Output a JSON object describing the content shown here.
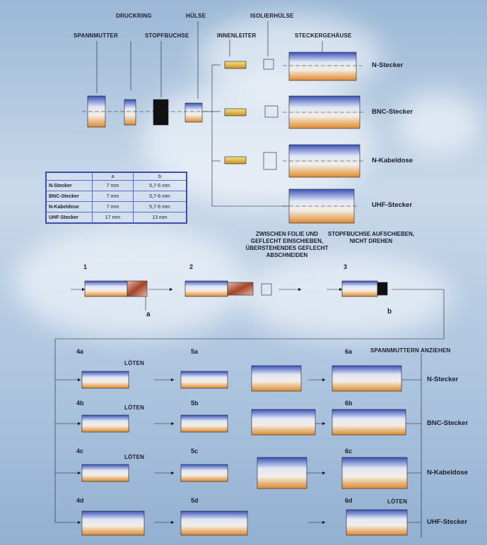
{
  "parts": {
    "spannmutter": "SPANNMUTTER",
    "druckring": "DRUCKRING",
    "stopfbuchse": "STOPFBUCHSE",
    "huelse": "HÜLSE",
    "isolierhuelse": "ISOLIERHÜLSE",
    "innenleiter": "INNENLEITER",
    "steckergehaeuse": "STECKERGEHÄUSE"
  },
  "connectors": [
    "N-Stecker",
    "BNC-Stecker",
    "N-Kabeldose",
    "UHF-Stecker"
  ],
  "table": {
    "col_a": "a",
    "col_b": "b",
    "rows": [
      {
        "name": "N-Stecker",
        "a": "7 mm",
        "b": "5,7-6 mm"
      },
      {
        "name": "BNC-Stecker",
        "a": "7 mm",
        "b": "5,7-6 mm"
      },
      {
        "name": "N-Kabeldose",
        "a": "7 mm",
        "b": "5,7-6 mm"
      },
      {
        "name": "UHF-Stecker",
        "a": "17 mm",
        "b": "13 mm"
      }
    ]
  },
  "steps": {
    "s1": "1",
    "s2": "2",
    "s3": "3",
    "s4a": "4a",
    "s4b": "4b",
    "s4c": "4c",
    "s4d": "4d",
    "s5a": "5a",
    "s5b": "5b",
    "s5c": "5c",
    "s5d": "5d",
    "s6a": "6a",
    "s6b": "6b",
    "s6c": "6c",
    "s6d": "6d"
  },
  "notes": {
    "zwischen_1": "ZWISCHEN FOLIE UND",
    "zwischen_2": "GEFLECHT EINSCHIEBEN,",
    "zwischen_3": "ÜBERSTEHENDES GEFLECHT",
    "zwischen_4": "ABSCHNEIDEN",
    "stopf_1": "STOPFBUCHSE AUFSCHIEBEN,",
    "stopf_2": "NICHT DREHEN",
    "spannmuttern": "SPANNMUTTERN ANZIEHEN",
    "loeten": "LÖTEN"
  },
  "dimension_letters": {
    "a": "a",
    "b": "b"
  },
  "colors": {
    "accent_table": "#3a4fb0",
    "line": "#1d1d2b",
    "black_part": "#111111"
  }
}
